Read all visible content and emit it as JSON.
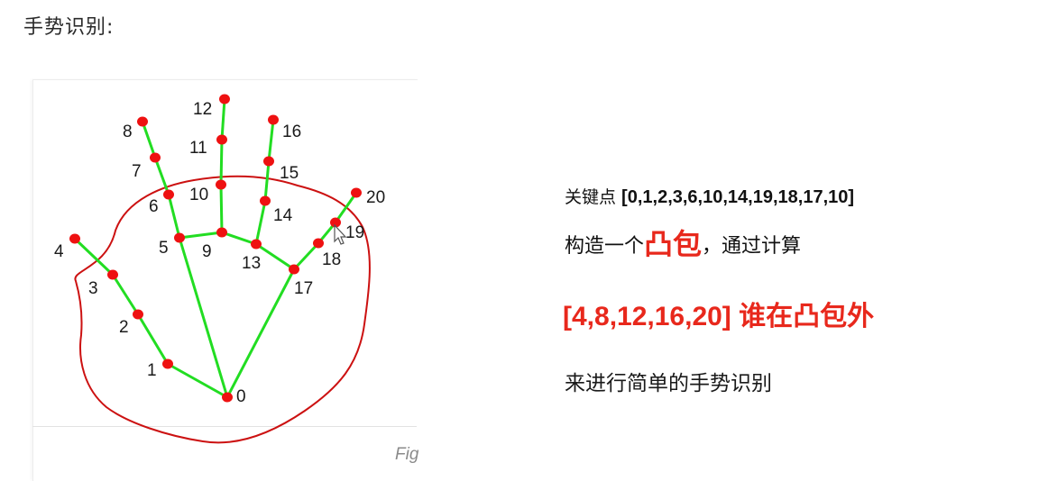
{
  "heading": "手势识别:",
  "figure": {
    "caption": "Fig",
    "keypoints": [
      {
        "id": "0",
        "label": "0"
      },
      {
        "id": "1",
        "label": "1"
      },
      {
        "id": "2",
        "label": "2"
      },
      {
        "id": "3",
        "label": "3"
      },
      {
        "id": "4",
        "label": "4"
      },
      {
        "id": "5",
        "label": "5"
      },
      {
        "id": "6",
        "label": "6"
      },
      {
        "id": "7",
        "label": "7"
      },
      {
        "id": "8",
        "label": "8"
      },
      {
        "id": "9",
        "label": "9"
      },
      {
        "id": "10",
        "label": "10"
      },
      {
        "id": "11",
        "label": "11"
      },
      {
        "id": "12",
        "label": "12"
      },
      {
        "id": "13",
        "label": "13"
      },
      {
        "id": "14",
        "label": "14"
      },
      {
        "id": "15",
        "label": "15"
      },
      {
        "id": "16",
        "label": "16"
      },
      {
        "id": "17",
        "label": "17"
      },
      {
        "id": "18",
        "label": "18"
      },
      {
        "id": "19",
        "label": "19"
      },
      {
        "id": "20",
        "label": "20"
      }
    ],
    "bone_color": "#22dd22",
    "joint_color": "#ee1111",
    "hull_color": "#cc1111"
  },
  "notes": {
    "line1_prefix": "关键点 ",
    "line1_list": "[0,1,2,3,6,10,14,19,18,17,10]",
    "line2_prefix": "构造一个",
    "line2_highlight": "凸包",
    "line2_suffix": "，通过计算",
    "line3_tips": "[4,8,12,16,20] ",
    "line3_suffix": "谁在凸包外",
    "line4": "来进行简单的手势识别",
    "accent_color": "#e8281c"
  }
}
